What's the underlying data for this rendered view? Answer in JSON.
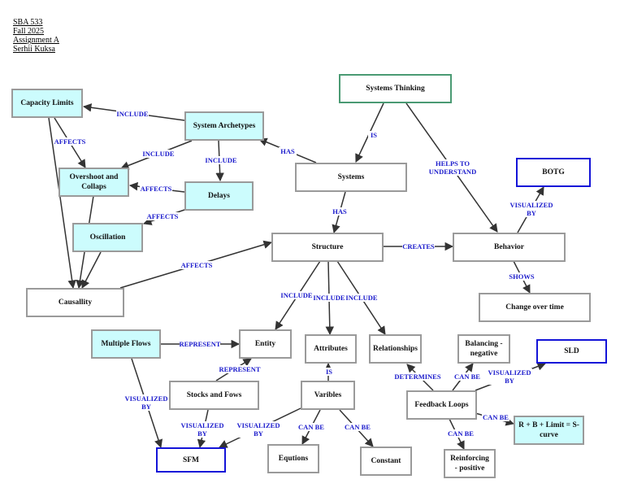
{
  "header": {
    "course": "SBA 533",
    "term": "Fall 2025",
    "assignment": "Assignment A",
    "author": "Serhii Kuksa"
  },
  "colors": {
    "cyan_fill": "#ccfcfd",
    "green_border": "#4a9a73",
    "blue_border": "#1414d8",
    "gray_border": "#9a9a9a",
    "label_text": "#1a1acc"
  },
  "nodes": {
    "systems_thinking": "Systems Thinking",
    "capacity_limits": "Capacity Limits",
    "system_archetypes": "System Archetypes",
    "systems": "Systems",
    "botg": "BOTG",
    "overshoot": "Overshoot and Collaps",
    "delays": "Delays",
    "oscillation": "Oscillation",
    "structure": "Structure",
    "behavior": "Behavior",
    "causality": "Causallity",
    "change_over_time": "Change over time",
    "multiple_flows": "Multiple Flows",
    "entity": "Entity",
    "attributes": "Attributes",
    "relationships": "Relationships",
    "balancing": "Balancing - negative",
    "sld": "SLD",
    "stocks_flows": "Stocks and Fows",
    "varibles": "Varibles",
    "feedback_loops": "Feedback Loops",
    "r_b_limit": "R + B + Limit = S-curve",
    "sfm": "SFM",
    "equtions": "Equtions",
    "constant": "Constant",
    "reinforcing": "Reinforcing - positive"
  },
  "edges": {
    "include_capacity": "INCLUDE",
    "include_overshoot": "INCLUDE",
    "include_delays": "INCLUDE",
    "affects_capacity_overshoot": "AFFECTS",
    "affects_delays_overshoot": "AFFECTS",
    "affects_delays_oscillation": "AFFECTS",
    "has_systems_archetypes": "HAS",
    "is": "IS",
    "helps_to_understand": "HELPS TO UNDERSTAND",
    "has_systems_structure": "HAS",
    "creates": "CREATES",
    "visualized_by_botg": "VISUALIZED BY",
    "shows": "SHOWS",
    "affects_causality_structure": "AFFECTS",
    "include_entity": "INCLUDE",
    "include_attributes": "INCLUDE",
    "include_relationships": "INCLUDE",
    "represent_multiple": "REPRESENT",
    "represent_stocks": "REPRESENT",
    "visualized_by_multiple": "VISUALIZED BY",
    "visualized_by_stocks": "VISUALIZED BY",
    "visualized_by_varibles": "VISUALIZED BY",
    "is_varibles": "IS",
    "can_be_equtions": "CAN BE",
    "can_be_constant": "CAN BE",
    "determines": "DETERMINES",
    "can_be_balancing": "CAN BE",
    "visualized_by_sld": "VISUALIZED BY",
    "can_be_rbl": "CAN BE",
    "can_be_reinforcing": "CAN BE"
  }
}
